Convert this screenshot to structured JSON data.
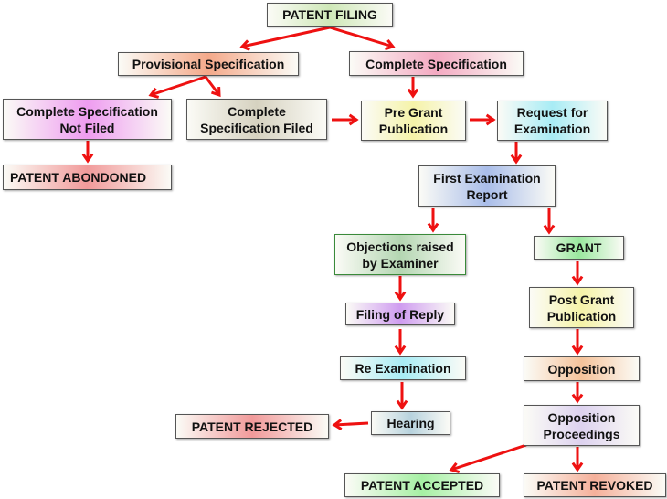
{
  "diagram": {
    "title": "Patent filing process flowchart",
    "nodes": [
      {
        "id": "filing",
        "label": "PATENT FILING",
        "color": "#cfe8b8"
      },
      {
        "id": "provisional",
        "label": "Provisional Specification",
        "color": "#f4a98a"
      },
      {
        "id": "complete",
        "label": "Complete Specification",
        "color": "#f3a9c1"
      },
      {
        "id": "not_filed",
        "label": "Complete Specification Not Filed",
        "color": "#ee9cf0"
      },
      {
        "id": "filed",
        "label": "Complete Specification Filed",
        "color": "#d6d2c0"
      },
      {
        "id": "pre_grant",
        "label": "Pre Grant Publication",
        "color": "#f5f3a8"
      },
      {
        "id": "request",
        "label": "Request for Examination",
        "color": "#a8ecf5"
      },
      {
        "id": "abondoned",
        "label": "PATENT ABONDONED",
        "color": "#f19a9a"
      },
      {
        "id": "fer",
        "label": "First Examination Report",
        "color": "#a9bde9"
      },
      {
        "id": "objections",
        "label": "Objections raised by Examiner",
        "color": "#b4d6b2"
      },
      {
        "id": "grant",
        "label": "GRANT",
        "color": "#9ae89e"
      },
      {
        "id": "reply",
        "label": "Filing of Reply",
        "color": "#cf9cf0"
      },
      {
        "id": "post_grant",
        "label": "Post Grant Publication",
        "color": "#f5f3a8"
      },
      {
        "id": "re_exam",
        "label": "Re Examination",
        "color": "#a8ecf5"
      },
      {
        "id": "opposition",
        "label": "Opposition",
        "color": "#f5c29a"
      },
      {
        "id": "hearing",
        "label": "Hearing",
        "color": "#b7d2dd"
      },
      {
        "id": "rejected",
        "label": "PATENT REJECTED",
        "color": "#f19a9a"
      },
      {
        "id": "proceedings",
        "label": "Opposition Proceedings",
        "color": "#ddd2ef"
      },
      {
        "id": "accepted",
        "label": "PATENT ACCEPTED",
        "color": "#a6f0a4"
      },
      {
        "id": "revoked",
        "label": "PATENT REVOKED",
        "color": "#f5b09a"
      }
    ],
    "edges": [
      [
        "filing",
        "provisional"
      ],
      [
        "filing",
        "complete"
      ],
      [
        "provisional",
        "not_filed"
      ],
      [
        "provisional",
        "filed"
      ],
      [
        "not_filed",
        "abondoned"
      ],
      [
        "filed",
        "pre_grant"
      ],
      [
        "complete",
        "pre_grant"
      ],
      [
        "pre_grant",
        "request"
      ],
      [
        "request",
        "fer"
      ],
      [
        "fer",
        "objections"
      ],
      [
        "fer",
        "grant"
      ],
      [
        "objections",
        "reply"
      ],
      [
        "reply",
        "re_exam"
      ],
      [
        "re_exam",
        "hearing"
      ],
      [
        "hearing",
        "rejected"
      ],
      [
        "grant",
        "post_grant"
      ],
      [
        "post_grant",
        "opposition"
      ],
      [
        "opposition",
        "proceedings"
      ],
      [
        "proceedings",
        "accepted"
      ],
      [
        "proceedings",
        "revoked"
      ]
    ],
    "arrow_color": "#ee1111"
  }
}
